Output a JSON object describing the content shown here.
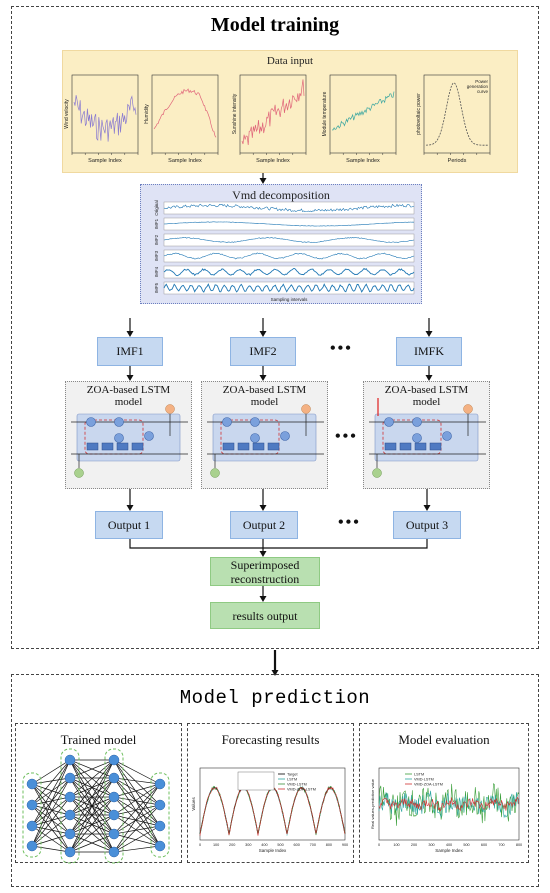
{
  "training": {
    "title": "Model training",
    "data_input_label": "Data input",
    "vmd_label": "Vmd decomposition",
    "imf_labels": [
      "IMF1",
      "IMF2",
      "IMFK"
    ],
    "lstm_title_line1": "ZOA-based LSTM",
    "lstm_title_line2": "model",
    "output_labels": [
      "Output 1",
      "Output 2",
      "Output 3"
    ],
    "superimposed_line1": "Superimposed",
    "superimposed_line2": "reconstruction",
    "results_output": "results output",
    "ellipsis": "•••"
  },
  "input_plots": [
    {
      "xlabel": "Sample Index",
      "ylabel": "Wind velocity"
    },
    {
      "xlabel": "Sample Index",
      "ylabel": "Humidity"
    },
    {
      "xlabel": "Sample Index",
      "ylabel": "Sunshine intensity"
    },
    {
      "xlabel": "Sample Index",
      "ylabel": "Module temperature"
    },
    {
      "xlabel": "Periods",
      "ylabel": "photovoltaic power",
      "legend": "Power generation curve"
    }
  ],
  "vmd_rows": [
    "Original",
    "IMF1",
    "IMF2",
    "IMF3",
    "IMF4",
    "IMF5"
  ],
  "vmd_xlabel": "Sampling intervals",
  "prediction": {
    "title": "Model prediction",
    "panels": [
      "Trained model",
      "Forecasting results",
      "Model evaluation"
    ],
    "forecast_xlabel": "Sample Index",
    "forecast_ylabel": "Values",
    "forecast_legend": [
      "Target",
      "LSTM",
      "VMD-LSTM",
      "VMD-ZOA-LSTM"
    ],
    "eval_xlabel": "Sample Index",
    "eval_ylabel": "Real values-predictive value",
    "eval_legend": [
      "LSTM",
      "VMD-LSTM",
      "VMD-ZOA-LSTM"
    ],
    "forecast_xticks": [
      "0",
      "100",
      "200",
      "300",
      "400",
      "500",
      "600",
      "700",
      "800",
      "900"
    ],
    "eval_xticks": [
      "0",
      "100",
      "200",
      "300",
      "400",
      "500",
      "600",
      "700",
      "800"
    ]
  },
  "colors": {
    "blue_box": "#c6d9f1",
    "green_box": "#b9e0b1",
    "data_input_bg": "#fbeec4",
    "vmd_bg": "#dfe3f5",
    "lstm_bg": "#f1f1f1"
  }
}
